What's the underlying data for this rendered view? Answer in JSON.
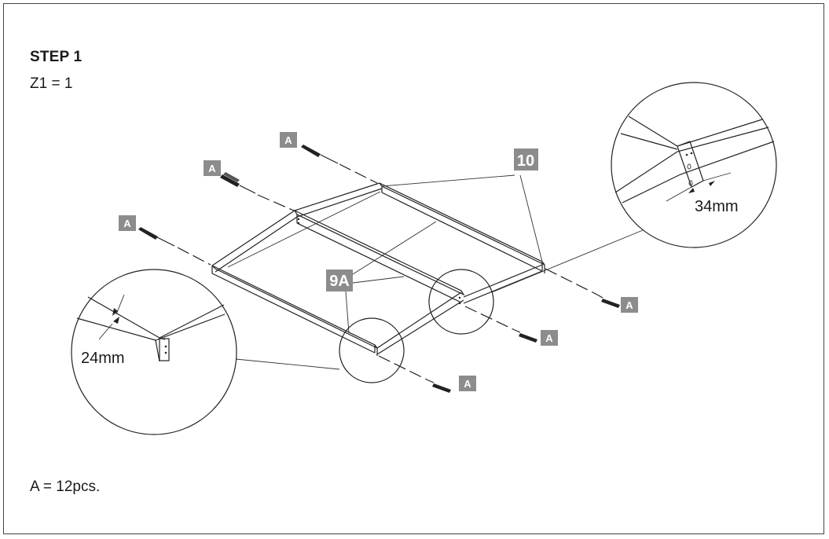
{
  "step": {
    "title": "STEP 1",
    "quantity": "Z1 = 1"
  },
  "parts_note": "A = 12pcs.",
  "labels": {
    "screw": "A",
    "rail": "10",
    "crossbar": "9A"
  },
  "dimensions": {
    "left_detail": "24mm",
    "right_detail": "34mm"
  },
  "colors": {
    "label_box": "#8c8c8c",
    "line": "#222222",
    "border": "#444444"
  }
}
